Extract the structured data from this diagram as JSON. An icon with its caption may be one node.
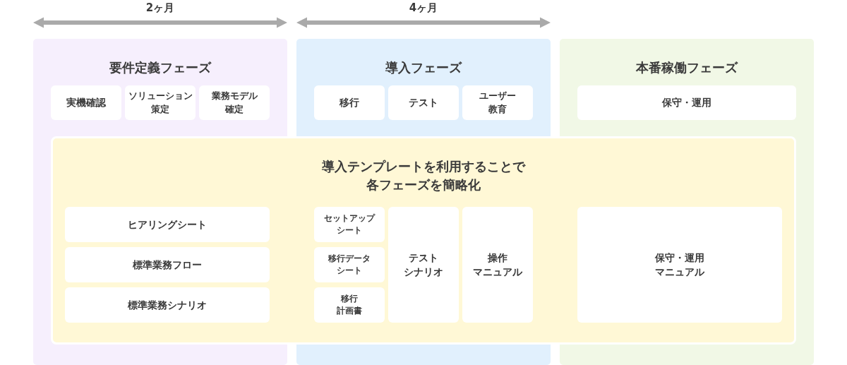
{
  "diagram": {
    "nodes": [
      {
        "text": [
          "要件定義フェーズ"
        ],
        "beside": [
          "2ヶ月"
        ]
      },
      {
        "text": [
          "実機確認"
        ],
        "in": 0
      },
      {
        "text": [
          "ソリューション策定"
        ],
        "in": 0
      },
      {
        "text": [
          "業務モデル確定"
        ],
        "in": 0
      },
      {
        "text": [
          "導入フェーズ"
        ],
        "beside": [
          "4ヶ月"
        ]
      },
      {
        "text": [
          "移行"
        ],
        "in": 4
      },
      {
        "text": [
          "テスト"
        ],
        "in": 4
      },
      {
        "text": [
          "ユーザー教育"
        ],
        "in": 4
      },
      {
        "text": [
          "本番稼働フェーズ"
        ]
      },
      {
        "text": [
          "保守・運用"
        ],
        "in": 8
      },
      {
        "text": [
          "導入テンプレートを利用することで各フェーズを簡略化"
        ]
      },
      {
        "text": [
          "ヒアリングシート"
        ]
      },
      {
        "text": [
          "標準業務フロー"
        ]
      },
      {
        "text": [
          "標準業務シナリオ"
        ]
      },
      {
        "text": [
          "セットアップシート"
        ],
        "in": 10
      },
      {
        "text": [
          "移行データシート"
        ],
        "in": 10
      },
      {
        "text": [
          "移行計画書"
        ],
        "in": 10
      },
      {
        "text": [
          "テストシナリオ"
        ],
        "in": 10
      },
      {
        "text": [
          "操作マニュアル"
        ],
        "in": 10
      },
      {
        "text": [
          "保守・運用マニュアル"
        ]
      }
    ]
  }
}
